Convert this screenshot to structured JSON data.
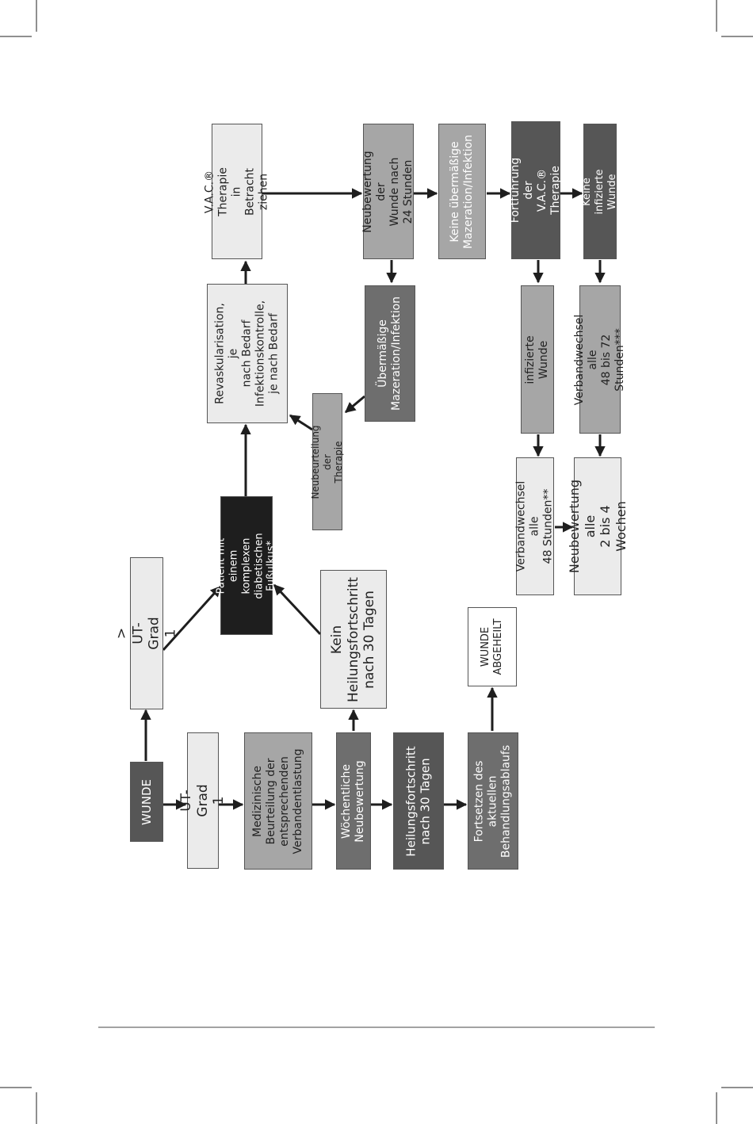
{
  "colors": {
    "white": "#ffffff",
    "light": "#ebebeb",
    "mid": "#a6a6a6",
    "dark": "#6e6e6e",
    "darker": "#565656",
    "black": "#1e1e1e",
    "arrow": "#1e1e1e"
  },
  "nodes": {
    "wunde": "WUNDE",
    "ut_grad_gt1": "> UT-Grad 1",
    "ut_grad_1": "UT-Grad 1",
    "medizinische_beurteilung": "Medizinische\nBeurteilung der\nentsprechenden\nVerbandentlastung",
    "woechentliche_neubewertung": "Wöchentliche\nNeubewertung",
    "heilungsfortschritt_30": "Heilungsfortschritt\nnach 30 Tagen",
    "fortsetzen": "Fortsetzen des\naktuellen\nBehandlungsablaufs",
    "wunde_abgeheilt": "WUNDE\nABGEHEILT",
    "kein_heilungsfortschritt": "Kein\nHeilungsfortschritt\nnach 30 Tagen",
    "patient": "Patient mit einem\nkomplexen\ndiabetischen Fußulkus*",
    "revaskularisation": "Revaskularisation, je\nnach Bedarf\nInfektionskontrolle,\nje nach Bedarf",
    "vac_therapie_betracht": "V.A.C.® Therapie in\nBetracht ziehen",
    "neubeurteilung_therapie": "Neubeurteilung der\nTherapie",
    "neubewertung_24h": "Neubewertung der\nWunde nach\n24 Stunden",
    "uebermaessige_mazeration": "Übermäßige\nMazeration/Infektion",
    "keine_uebermaessige": "Keine übermäßige\nMazeration/Infektion",
    "fortfuehrung_vac": "Fortführung der\nV.A.C.® Therapie",
    "infizierte_wunde": "infizierte Wunde",
    "keine_infizierte_wunde": "Keine infizierte Wunde",
    "verbandwechsel_48": "Verbandwechsel alle\n48 Stunden**",
    "verbandwechsel_48_72": "Verbandwechsel alle\n48 bis 72 Stunden***",
    "neubewertung_2_4_wochen": "Neubewertung alle\n2 bis 4 Wochen"
  }
}
